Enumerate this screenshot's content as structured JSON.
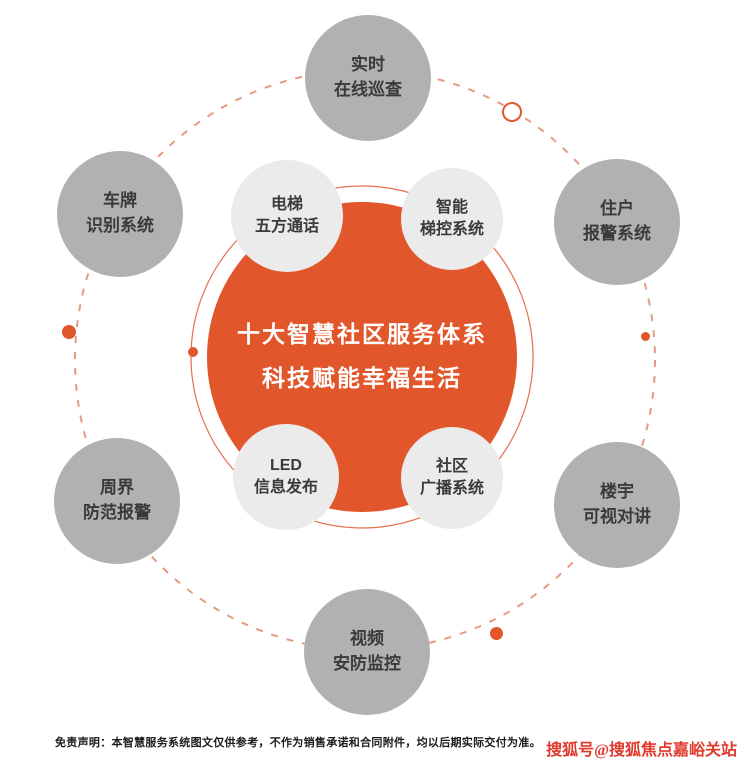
{
  "center": {
    "title_line1": "十大智慧社区服务体系",
    "title_line2": "科技赋能幸福生活"
  },
  "inner_nodes": [
    {
      "label": "电梯\n五方通话"
    },
    {
      "label": "智能\n梯控系统"
    },
    {
      "label": "LED\n信息发布"
    },
    {
      "label": "社区\n广播系统"
    }
  ],
  "outer_nodes": [
    {
      "label": "实时\n在线巡查"
    },
    {
      "label": "车牌\n识别系统"
    },
    {
      "label": "住户\n报警系统"
    },
    {
      "label": "周界\n防范报警"
    },
    {
      "label": "楼宇\n可视对讲"
    },
    {
      "label": "视频\n安防监控"
    }
  ],
  "footer": {
    "disclaimer": "免责声明：本智慧服务系统图文仅供参考，不作为销售承诺和合同附件，均以后期实际交付为准。",
    "watermark": "搜狐号@搜狐焦点嘉峪关站"
  },
  "colors": {
    "accent_orange": "#e2562b",
    "dash_orange": "#e59b82",
    "outer_gray": "#b1b1b3",
    "inner_gray": "#ebebeb",
    "text_dark": "#3a3a3a",
    "watermark_red": "#e03a2e"
  }
}
